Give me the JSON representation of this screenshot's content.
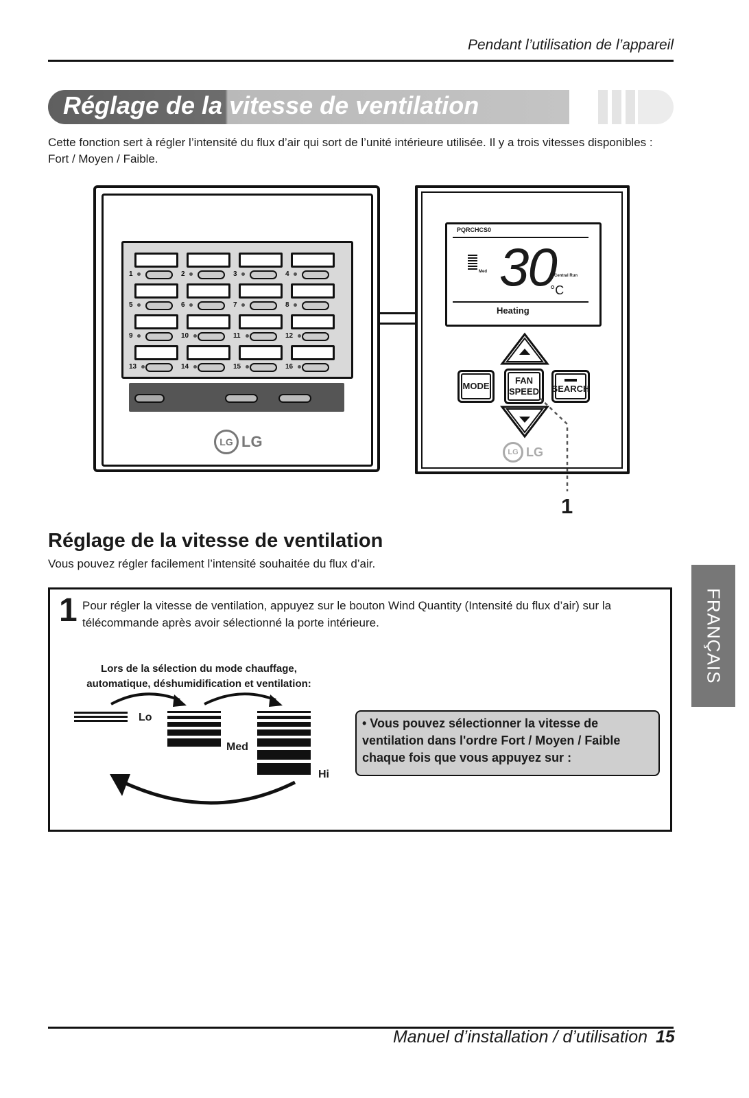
{
  "header": {
    "section": "Pendant l’utilisation de l’appareil"
  },
  "title": "Réglage de la vitesse de ventilation",
  "intro": "Cette fonction sert à régler l’intensité du flux d’air qui sort de l’unité intérieure utilisée. Il y a trois vitesses disponibles : Fort / Moyen / Faible.",
  "left_panel": {
    "rows": [
      [
        "1",
        "2",
        "3",
        "4"
      ],
      [
        "5",
        "6",
        "7",
        "8"
      ],
      [
        "9",
        "10",
        "11",
        "12"
      ],
      [
        "13",
        "14",
        "15",
        "16"
      ]
    ],
    "logo": "LG"
  },
  "right_panel": {
    "model": "PQRCHCS0",
    "temperature": "30",
    "unit": "°C",
    "fan_level": "Med",
    "central_run": "Central Run",
    "mode": "Heating",
    "buttons": {
      "mode": "MODE",
      "fan_line1": "FAN",
      "fan_line2": "SPEED",
      "search": "SEARCH"
    },
    "logo": "LG"
  },
  "callout": "1",
  "section": {
    "title": "Réglage de la vitesse de ventilation",
    "subtitle": "Vous pouvez régler facilement l’intensité souhaitée du flux d’air."
  },
  "step": {
    "number": "1",
    "text": "Pour régler la vitesse de ventilation, appuyez sur le bouton Wind Quantity (Intensité du flux d’air) sur la télécommande après avoir sélectionné la porte intérieure.",
    "caption_line1": "Lors de la sélection du mode chauffage,",
    "caption_line2": "automatique, déshumidification et ventilation:",
    "speeds": [
      "Lo",
      "Med",
      "Hi"
    ],
    "note": "• Vous pouvez sélectionner la vitesse de ventilation dans l'ordre  Fort / Moyen / Faible chaque fois que vous appuyez sur  :"
  },
  "side_tab": "FRANÇAIS",
  "footer": {
    "text": "Manuel d’installation / d’utilisation",
    "page": "15"
  }
}
